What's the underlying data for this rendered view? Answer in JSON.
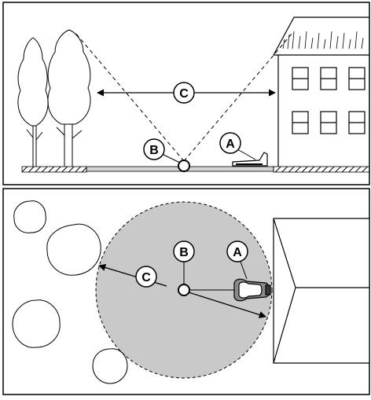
{
  "side_view": {
    "label_a": "A",
    "label_b": "B",
    "label_c": "C"
  },
  "top_view": {
    "label_a": "A",
    "label_b": "B",
    "label_c": "C"
  },
  "colors": {
    "line": "#000000",
    "coverage_fill": "#c9c9c9",
    "ground_strip": "#d4d4d4",
    "background": "#ffffff"
  }
}
